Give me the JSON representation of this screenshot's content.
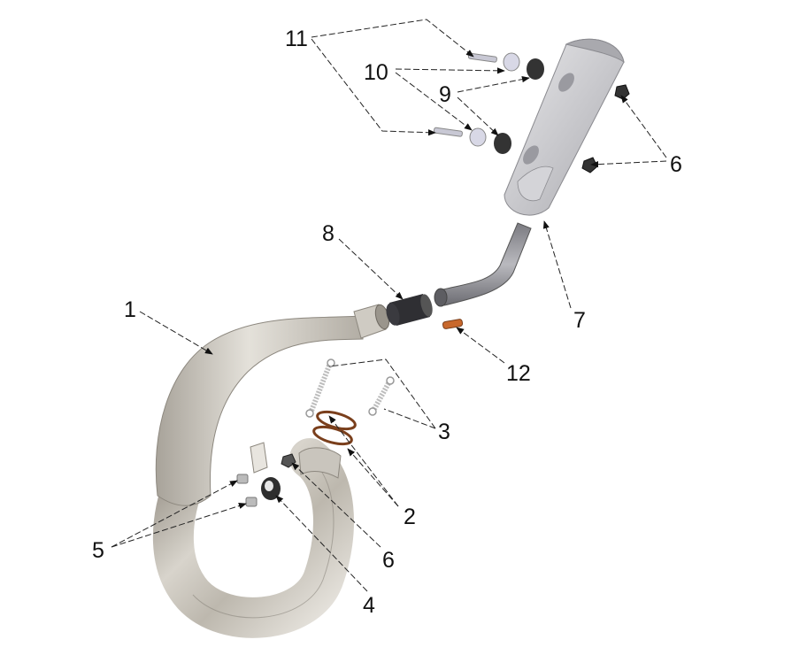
{
  "callouts": {
    "c1": "1",
    "c2": "2",
    "c3": "3",
    "c4": "4",
    "c5": "5",
    "c6a": "6",
    "c6b": "6",
    "c7": "7",
    "c8": "8",
    "c9": "9",
    "c10": "10",
    "c11": "11",
    "c12": "12"
  }
}
